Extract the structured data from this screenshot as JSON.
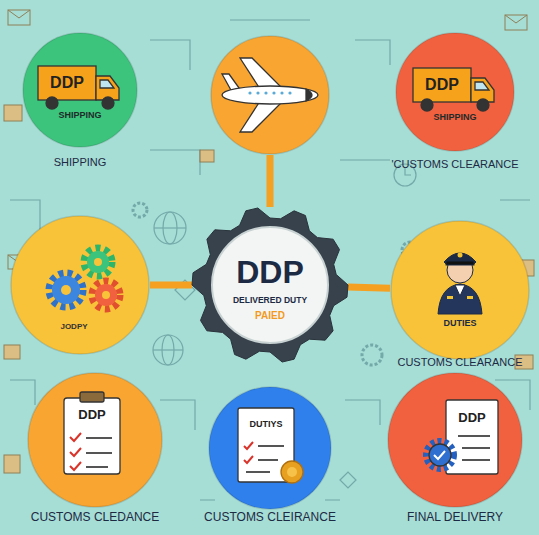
{
  "diagram": {
    "nodes": [
      {
        "text": [
          "DDP",
          "SHIPPING",
          "SHIPPING"
        ]
      },
      {
        "text": []
      },
      {
        "text": [
          "DDP",
          "SHIPPING",
          "'CUSTOMS CLEARANCE"
        ]
      },
      {
        "text": [
          "JODPY"
        ]
      },
      {
        "text": [
          "DDP",
          "DELIVERED DUTY",
          "PAIED"
        ]
      },
      {
        "text": [
          "DUTIES",
          "CUSTOMS CLEARANCE"
        ]
      },
      {
        "text": [
          "DDP",
          "CUSTOMS CLEDANCE"
        ]
      },
      {
        "text": [
          "DUTIYS",
          "CUSTOMS CLEIRANCE"
        ]
      },
      {
        "text": [
          "DDP",
          "FINAL DELIVERY"
        ]
      }
    ],
    "edges": [
      {
        "from": 4,
        "to": 1,
        "arrow": "none"
      },
      {
        "from": 4,
        "to": 3,
        "arrow": "none"
      },
      {
        "from": 4,
        "to": 5,
        "arrow": "none"
      }
    ]
  }
}
